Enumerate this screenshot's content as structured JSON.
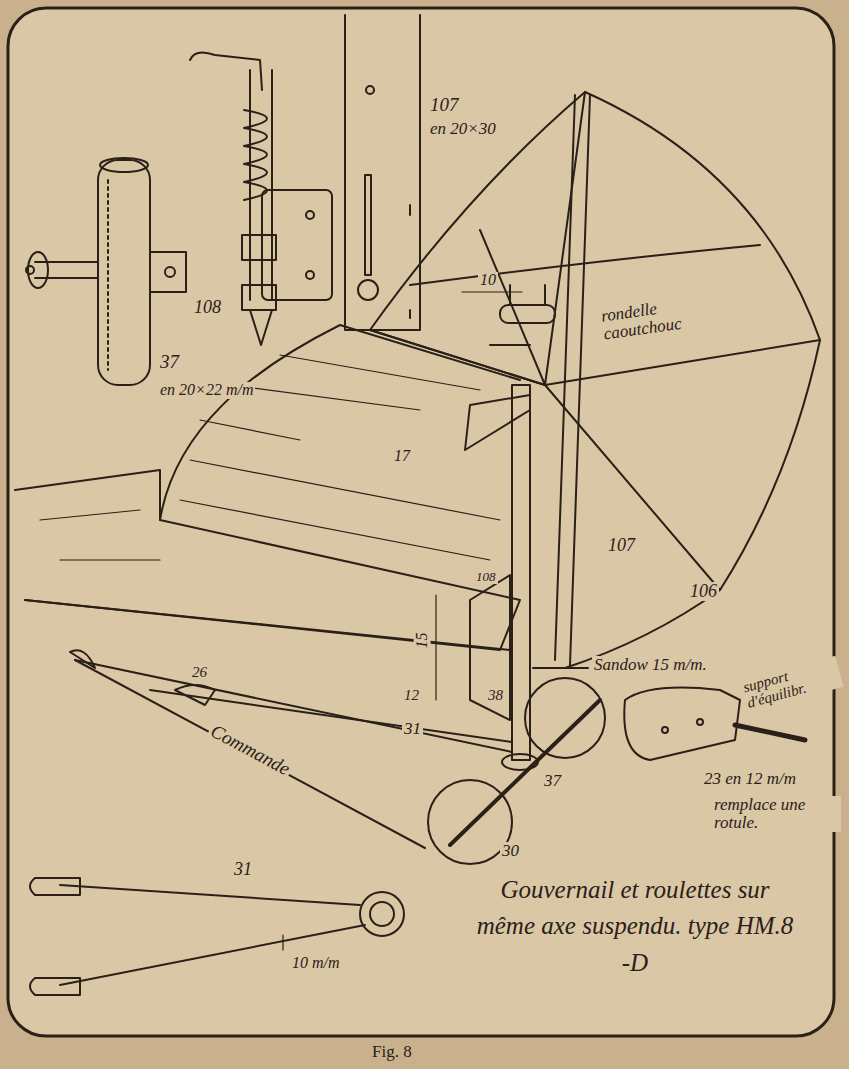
{
  "diagram": {
    "title": "Gouvernail et roulettes sur même axe suspendu. type HM.8 -D",
    "caption": "Fig. 8",
    "labels": [
      "107",
      "en 20×30",
      "108",
      "37",
      "en 20×22 m/m",
      "10",
      "rondelle caoutchouc",
      "17",
      "108",
      "107",
      "106",
      "15",
      "Sandow 15 m/m.",
      "support d'équilibr.",
      "12",
      "38",
      "31",
      "Commande",
      "37",
      "30",
      "23 en 12 m/m",
      "remplace une rotule.",
      "26",
      "31",
      "10 m/m"
    ]
  }
}
